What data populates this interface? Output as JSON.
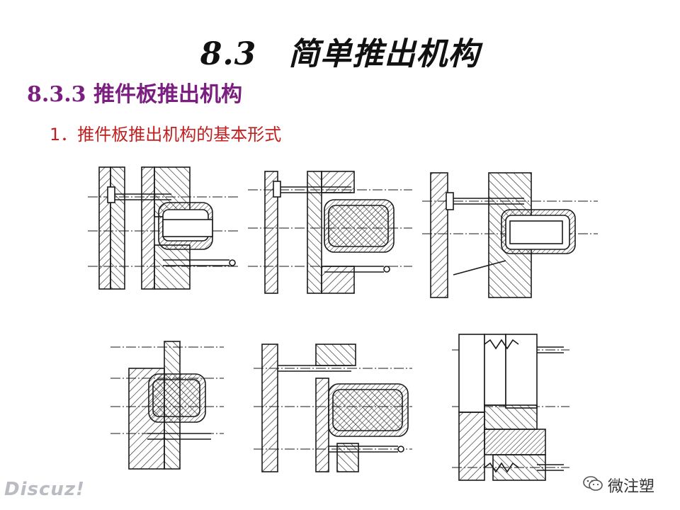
{
  "slide": {
    "title": "8.3　简单推出机构",
    "section": "8.3.3  推件板推出机构",
    "point": "1．推件板推出机构的基本形式"
  },
  "figures": [
    {
      "name": "figure-1"
    },
    {
      "name": "figure-2"
    },
    {
      "name": "figure-3"
    },
    {
      "name": "figure-4"
    },
    {
      "name": "figure-5"
    },
    {
      "name": "figure-6"
    }
  ],
  "watermarks": {
    "discuz": "Discuz!",
    "wechat": "微注塑",
    "wechat_icon": "wechat-icon"
  },
  "colors": {
    "title": "#111111",
    "section": "#7a1f7f",
    "point": "#c0201f",
    "line": "#1a1a1a"
  }
}
